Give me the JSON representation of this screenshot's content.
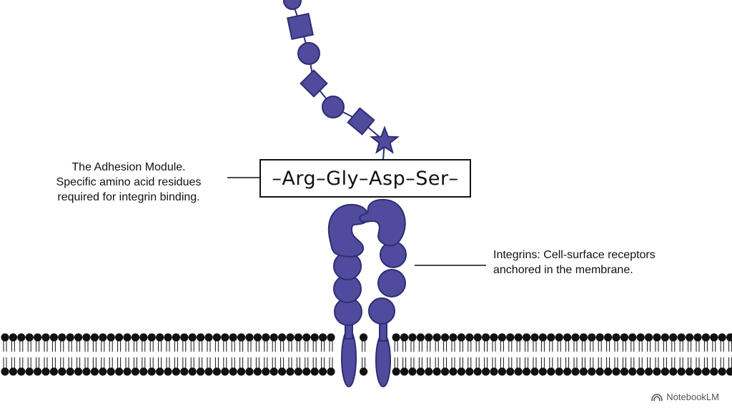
{
  "colors": {
    "protein": "#4f4c9e",
    "protein_outline": "#2f2c73",
    "membrane": "#111111",
    "line": "#111111"
  },
  "sequence": {
    "text": "–Arg–Gly–Asp–Ser–"
  },
  "labels": {
    "adhesion_module": [
      "The Adhesion Module.",
      "Specific amino acid residues",
      "required for integrin binding."
    ],
    "integrins": [
      "Integrins: Cell-surface receptors",
      "anchored in the membrane."
    ]
  },
  "glycan_chain": {
    "units": [
      "circle",
      "square",
      "circle",
      "diamond",
      "circle",
      "diamond",
      "star"
    ]
  },
  "watermark": {
    "text": "NotebookLM",
    "icon": "notebooklm-logo-icon"
  }
}
